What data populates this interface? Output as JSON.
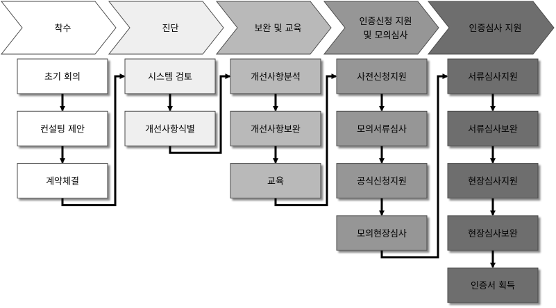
{
  "colors": {
    "phase_1": "#ffffff",
    "phase_2": "#efefef",
    "phase_3": "#b9b9b9",
    "phase_4": "#969696",
    "phase_5": "#6e6e6e",
    "outline": "#4a4a4a",
    "arrow": "#000000"
  },
  "phases": [
    {
      "title_lines": [
        "착수"
      ],
      "steps": [
        "초기 회의",
        "컨설팅 제안",
        "계약체결"
      ]
    },
    {
      "title_lines": [
        "진단"
      ],
      "steps": [
        "시스템 검토",
        "개선사항식별"
      ]
    },
    {
      "title_lines": [
        "보완 및 교육"
      ],
      "steps": [
        "개선사항분석",
        "개선사항보완",
        "교육"
      ]
    },
    {
      "title_lines": [
        "인증신청 지원",
        "및 모의심사"
      ],
      "steps": [
        "사전신청지원",
        "모의서류심사",
        "공식신청지원",
        "모의현장심사"
      ]
    },
    {
      "title_lines": [
        "인증심사 지원"
      ],
      "steps": [
        "서류심사지원",
        "서류심사보완",
        "현장심사지원",
        "현장심사보완",
        "인증서 획득"
      ]
    }
  ]
}
